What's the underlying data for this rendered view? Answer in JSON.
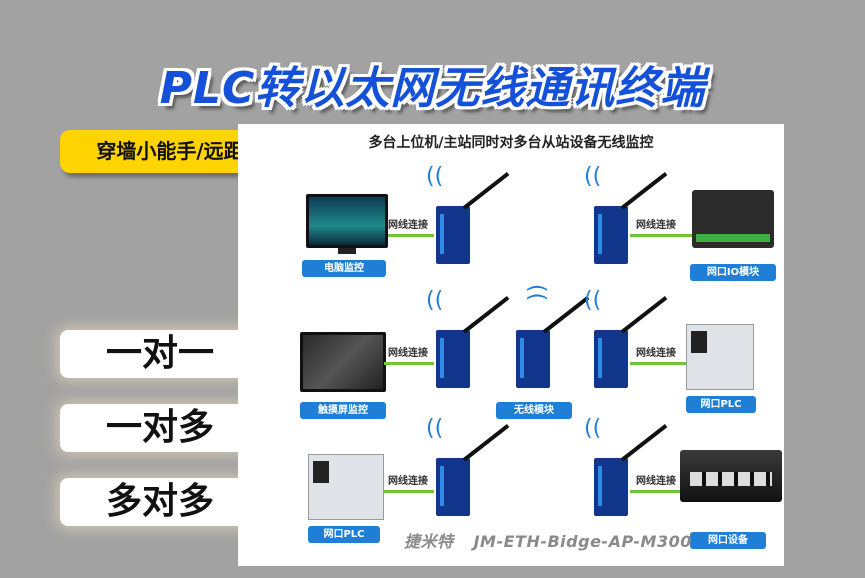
{
  "title": "PLC转以太网无线通讯终端",
  "tag": "穿墙小能手/远距离",
  "modes": [
    "一对一",
    "一对多",
    "多对多"
  ],
  "diagram": {
    "subtitle": "多台上位机/主站同时对多台从站设备无线监控",
    "wire_label": "网线连接",
    "labels": {
      "computer": "电脑监控",
      "io_module": "网口IO模块",
      "touchscreen": "触摸屏监控",
      "wireless_module": "无线模块",
      "plc_right": "网口PLC",
      "plc_left": "网口PLC",
      "net_device": "网口设备"
    },
    "watermark_brand": "捷米特",
    "watermark_model": "JM-ETH-Bidge-AP-M300"
  },
  "colors": {
    "title": "#1450d8",
    "tag": "#ffd400",
    "label_bg": "#1f7fd6",
    "wire": "#6fc43c",
    "device": "#12368c"
  }
}
